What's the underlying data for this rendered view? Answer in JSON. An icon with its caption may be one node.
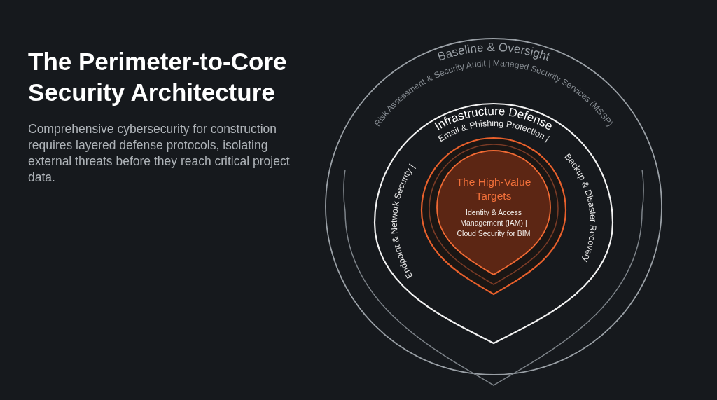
{
  "diagram": {
    "title": "The Perimeter-to-Core Security Architecture",
    "caption": "Comprehensive cybersecurity for construction requires layered defense protocols, isolating external threats before they reach critical project data.",
    "nodes": [
      {
        "text": [
          "Baseline & Oversight",
          "Risk Assessment & Security Audit | Managed Security Services (MSSP)"
        ]
      },
      {
        "text": [
          "Infrastructure Defense",
          "Endpoint & Network Security |",
          "Email & Phishing Protection |",
          "Backup & Disaster Recovery"
        ],
        "in": 0
      },
      {
        "text": [
          "The High-Value Targets",
          "Identity & Access Management (IAM) | Cloud Security for BIM"
        ],
        "in": 1
      }
    ]
  }
}
